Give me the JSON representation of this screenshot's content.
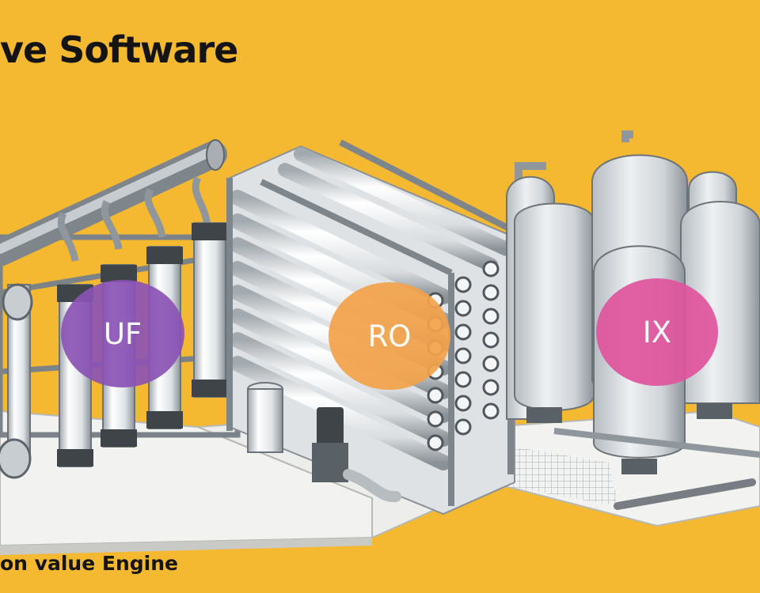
{
  "headline": "ve Software",
  "footer": "on value Engine",
  "process_labels": {
    "uf": "UF",
    "ro": "RO",
    "ix": "IX"
  },
  "colors": {
    "background": "#f4b831",
    "uf": "#8a52b4",
    "ro": "#f2a24a",
    "ix": "#e0549d",
    "text": "#141414"
  }
}
